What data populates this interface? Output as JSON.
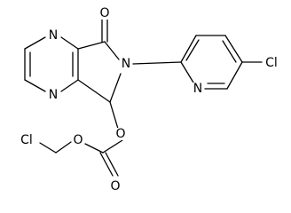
{
  "atoms": {
    "o_carbonyl": "O",
    "n_pyrazine_top": "N",
    "n_pyrazine_bottom": "N",
    "n_lactam": "N",
    "n_pyridine": "N",
    "cl_pyridine": "Cl",
    "o_ester": "O",
    "o_carbonate_link": "O",
    "o_carbonate_keto": "O",
    "cl_chloromethyl": "Cl"
  }
}
